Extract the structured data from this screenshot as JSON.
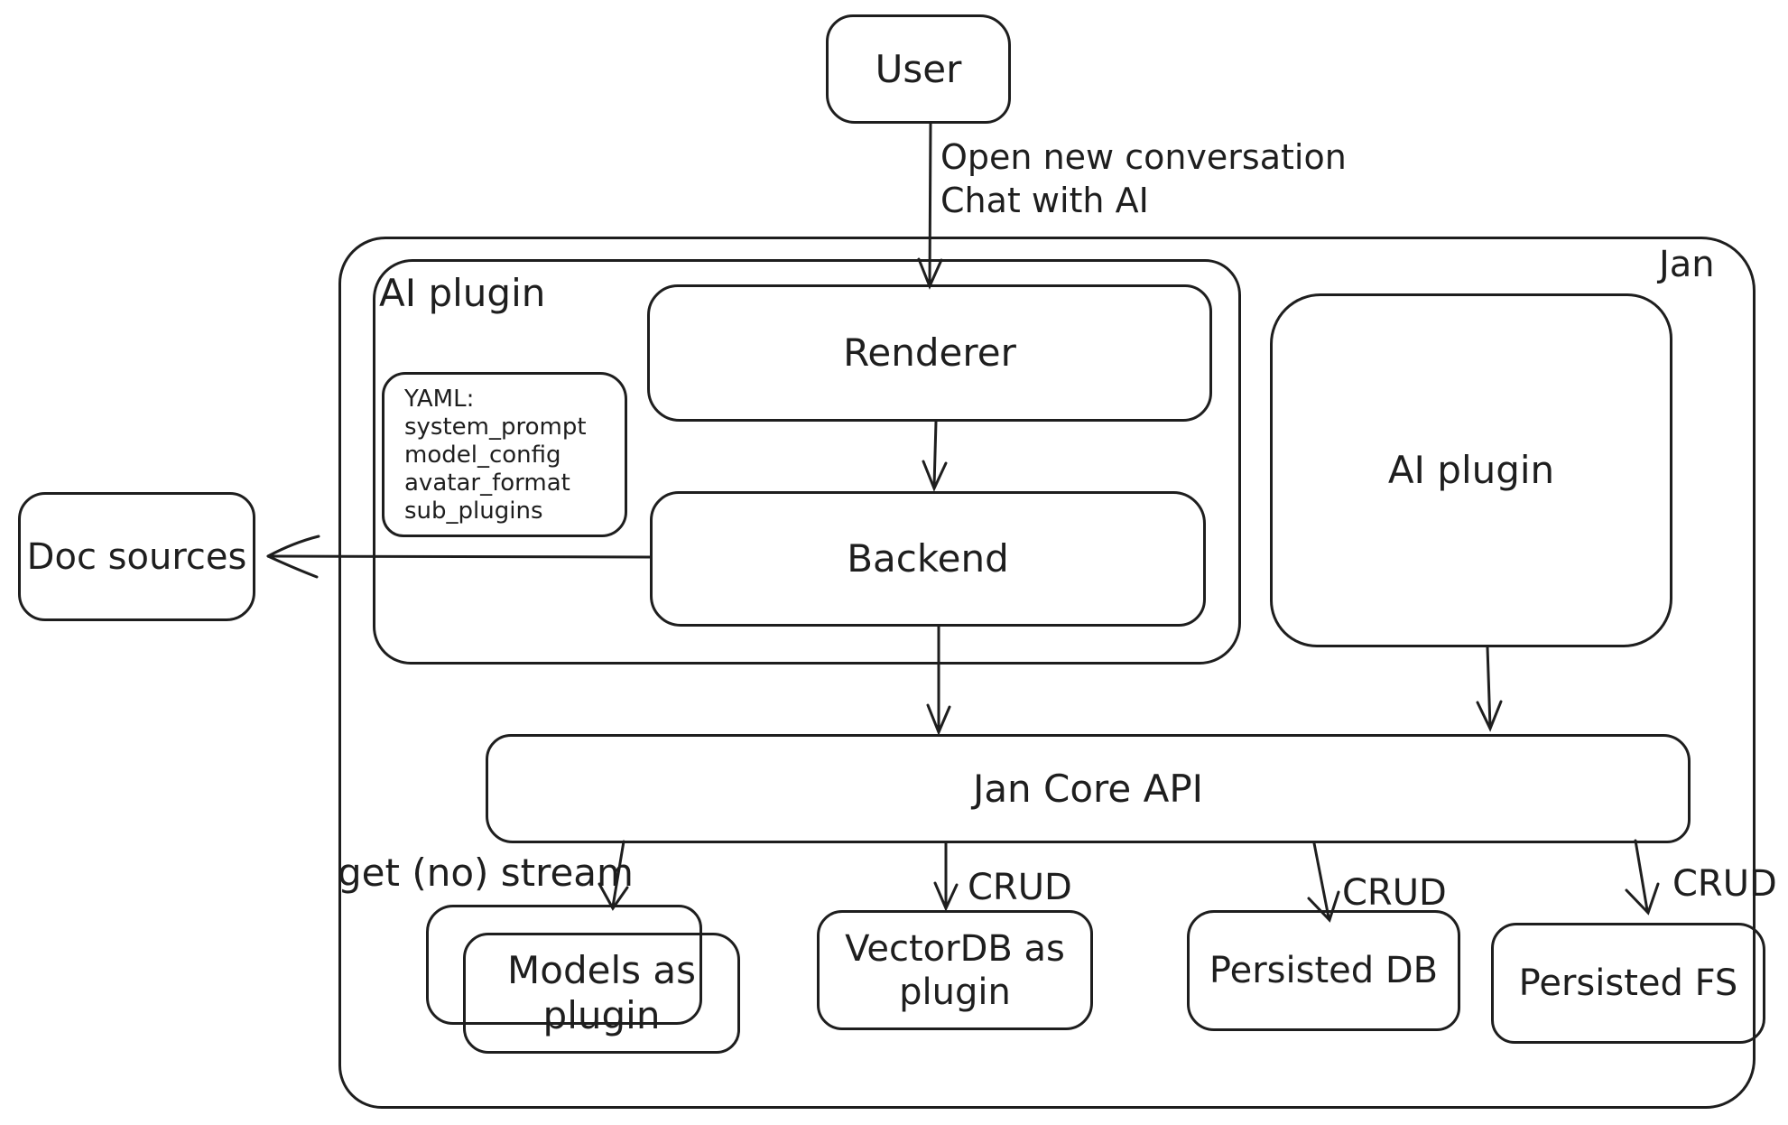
{
  "canvas": {
    "background": "#ffffff",
    "stroke_color": "#1e1e1e"
  },
  "nodes": {
    "user": {
      "label": "User"
    },
    "jan": {
      "label": "Jan"
    },
    "ai_plugin_container": {
      "label": "AI plugin"
    },
    "renderer": {
      "label": "Renderer"
    },
    "backend": {
      "label": "Backend"
    },
    "yaml_note": {
      "title": "YAML:",
      "fields": [
        "system_prompt",
        "model_config",
        "avatar_format",
        "sub_plugins"
      ]
    },
    "doc_sources": {
      "label": "Doc sources"
    },
    "ai_plugin_right": {
      "label": "AI plugin"
    },
    "jan_core_api": {
      "label": "Jan Core API"
    },
    "models_as_plugin": {
      "line1": "Models as",
      "line2": "plugin"
    },
    "vectordb_as_plugin": {
      "line1": "VectorDB as",
      "line2": "plugin"
    },
    "persisted_db": {
      "label": "Persisted DB"
    },
    "persisted_fs": {
      "label": "Persisted FS"
    }
  },
  "edge_labels": {
    "user_line1": "Open new conversation",
    "user_line2": "Chat with AI",
    "get_no_stream": "get (no) stream",
    "crud_vectordb": "CRUD",
    "crud_persisted_db": "CRUD",
    "crud_persisted_fs": "CRUD"
  }
}
